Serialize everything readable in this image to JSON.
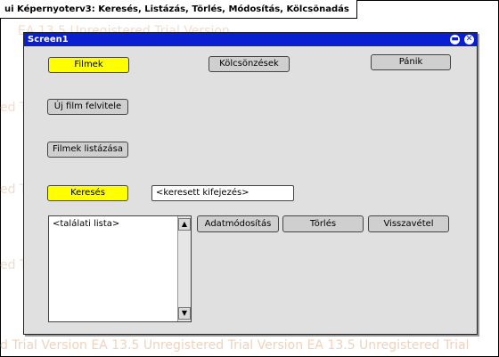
{
  "diagram": {
    "frame_title": "ui Képernyoterv3: Keresés, Listázás, Törlés, Módosítás, Kölcsönadás",
    "watermark_text": "EA 13.5 Unregistered Trial Version",
    "watermark_fragment": "ed Trial Version",
    "watermark_bottom": "d Trial Version   EA 13.5 Unregistered Trial Version   EA 13.5 Unregistered Trial"
  },
  "window": {
    "title": "Screen1",
    "minimize_icon": "minimize-icon",
    "close_icon": "close-icon",
    "title_bar_color": "#0a1fd0"
  },
  "buttons": {
    "filmek": "Filmek",
    "kolcsonzesek": "Kölcsönzések",
    "panik": "Pánik",
    "uj_film": "Új film felvitele",
    "filmek_listazasa": "Filmek listázása",
    "kereses": "Keresés",
    "adatmodositas": "Adatmódosítás",
    "torles": "Törlés",
    "visszavetel": "Visszavétel"
  },
  "search": {
    "value": "<keresett kifejezés>"
  },
  "results": {
    "list_text": "<találati lista>",
    "scroll_up_icon": "arrow-up-icon",
    "scroll_down_icon": "arrow-down-icon"
  },
  "colors": {
    "highlight": "#ffff00",
    "button": "#cfcfcf",
    "panel": "#e0e0e0"
  }
}
